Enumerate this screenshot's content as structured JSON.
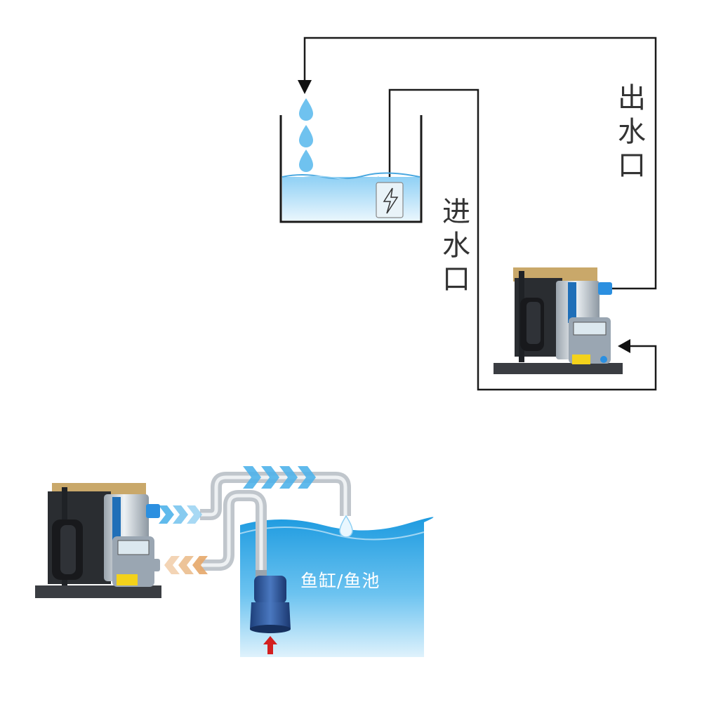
{
  "labels": {
    "outlet": "出水口",
    "inlet": "进水口",
    "tank": "鱼缸/鱼池"
  },
  "colors": {
    "line": "#1a1a1a",
    "water": "#bfe3f7",
    "water_deep": "#3fa9e6",
    "pipe": "#c9ced3",
    "flow_out": "#4fb3ea",
    "flow_in": "#e6a86a",
    "arrow_up": "#d32020",
    "chiller_tank": "#cfd6dc",
    "chiller_base": "#3a3d42"
  },
  "icons": [
    "water-drop-icon",
    "heater-lightning-icon",
    "flow-chevron-icon",
    "up-arrow-icon"
  ]
}
